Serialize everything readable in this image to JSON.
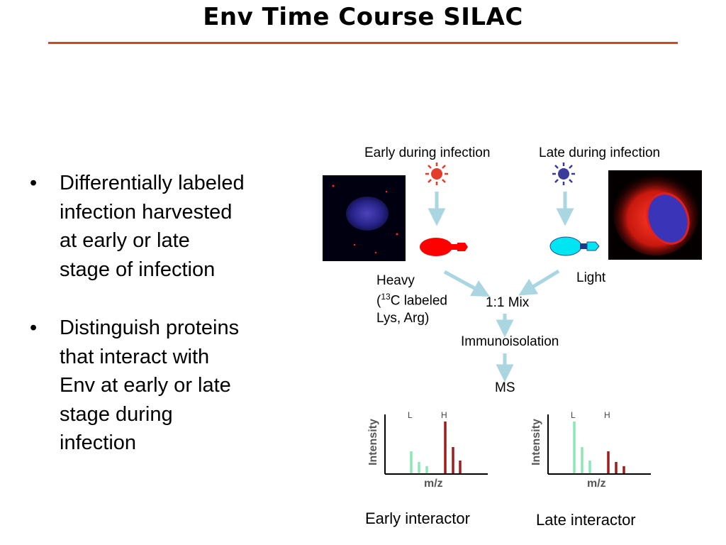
{
  "slide": {
    "title": "Env Time Course SILAC",
    "bullets": [
      "Differentially labeled\ninfection harvested\nat early or late\nstage of infection",
      "Distinguish proteins\nthat interact with\nEnv at early or late\nstage during\ninfection"
    ]
  },
  "diagram": {
    "early_label": "Early during infection",
    "late_label": "Late during infection",
    "heavy_label": "Heavy",
    "heavy_detail_open": "(",
    "heavy_detail_sup": "13",
    "heavy_detail_rest": "C labeled",
    "heavy_detail_line3": "Lys, Arg)",
    "light_label": "Light",
    "mix_label": "1:1 Mix",
    "immuno_label": "Immunoisolation",
    "ms_label": "MS",
    "early_interactor": "Early interactor",
    "late_interactor": "Late interactor",
    "spectrum_axis_y": "Intensity",
    "spectrum_axis_x": "m/z",
    "peak_label_light": "L",
    "peak_label_heavy": "H"
  },
  "colors": {
    "title_rule": "#d24a1c",
    "heavy_red": "#ff0000",
    "light_cyan": "#00e5f2",
    "arrow": "#a9d6e0",
    "light_peak": "#8be8b4",
    "heavy_peak": "#a01c1c",
    "sun_red": "#e53b2a",
    "sun_blue": "#3b3b9e"
  },
  "icons": [
    "red-light-icon",
    "blue-light-icon",
    "red-cell-image",
    "blue-cell-image"
  ]
}
